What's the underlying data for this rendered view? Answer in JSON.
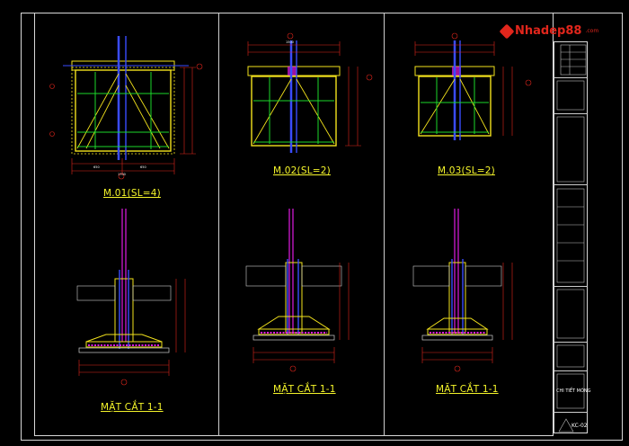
{
  "watermark": {
    "brand": "Nhadep88",
    "suffix": ".com",
    "icon": "house-logo-icon"
  },
  "drawings": {
    "plans": [
      {
        "title": "M.01(SL=4)"
      },
      {
        "title": "M.02(SL=2)"
      },
      {
        "title": "M.03(SL=2)"
      }
    ],
    "sections": [
      {
        "title": "MẶT CẮT 1-1"
      },
      {
        "title": "MẶT CẮT 1-1"
      },
      {
        "title": "MẶT CẮT 1-1"
      }
    ]
  },
  "title_block": {
    "drawing_name": "CHI TIẾT MÓNG",
    "sheet_no": "KC-02"
  },
  "colors": {
    "frame": "#d8d8d8",
    "rebar_yellow": "#f2e21c",
    "rebar_green": "#1bd92a",
    "column_blue": "#3a4cff",
    "dimension_red": "#e1261c",
    "hatch_magenta": "#e01be3"
  }
}
